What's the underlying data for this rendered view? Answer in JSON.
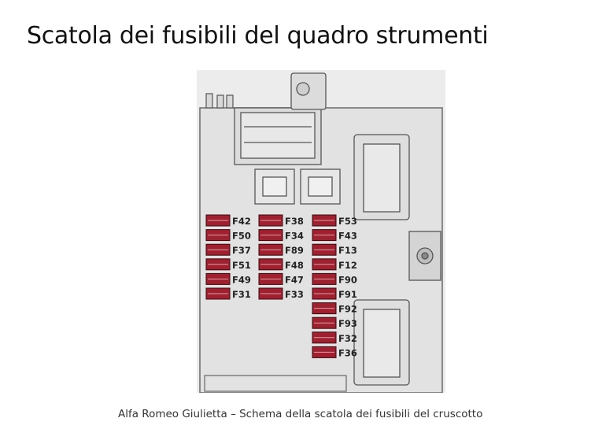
{
  "page": {
    "title": "Scatola dei fusibili del quadro strumenti",
    "caption": "Alfa Romeo Giulietta – Schema della scatola dei fusibili del cruscotto"
  },
  "diagram": {
    "fuse_color": "#a0202f",
    "box_color": "#e2e2e2",
    "outline_color": "#555555",
    "fuse_columns": [
      {
        "column": "left",
        "labels": [
          "F42",
          "F50",
          "F37",
          "F51",
          "F49",
          "F31"
        ]
      },
      {
        "column": "middle",
        "labels": [
          "F38",
          "F34",
          "F89",
          "F48",
          "F47",
          "F33"
        ]
      },
      {
        "column": "right",
        "labels": [
          "F53",
          "F43",
          "F13",
          "F12",
          "F90",
          "F91",
          "F92",
          "F93",
          "F32",
          "F36"
        ]
      }
    ]
  }
}
